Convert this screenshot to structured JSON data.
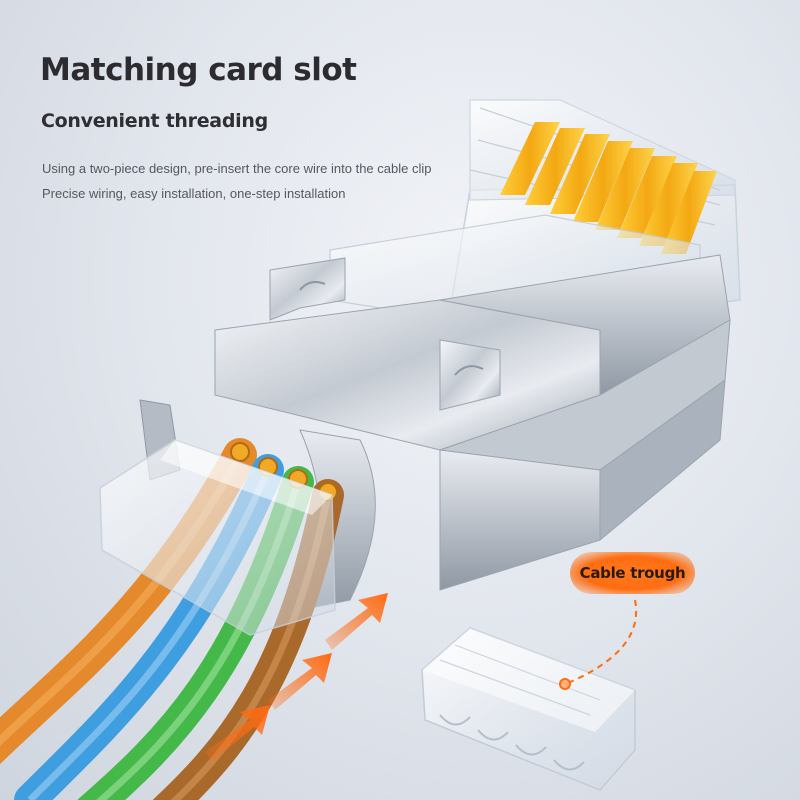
{
  "text": {
    "title": "Matching card slot",
    "subtitle": "Convenient threading",
    "description_line_1": "Using a two-piece design, pre-insert the core wire into the cable clip",
    "description_line_2": "Precise wiring, easy installation, one-step installation",
    "callout_label": "Cable trough"
  },
  "colors": {
    "background": "#e3e7ee",
    "title_text": "#2c2c30",
    "callout_orange": "#ff6d10",
    "arrow_orange": "#ff6a12",
    "gold_contact": "#f6b91a",
    "wire_orange": "#e58a2c",
    "wire_blue": "#3f9ee0",
    "wire_green": "#44b94a",
    "wire_brown": "#a9692b",
    "metal_shield": "#b9c0c9"
  },
  "icons": {
    "arrows": "arrow-right-up",
    "connector": "rj45-connector-icon",
    "clip": "cable-clip-icon"
  }
}
